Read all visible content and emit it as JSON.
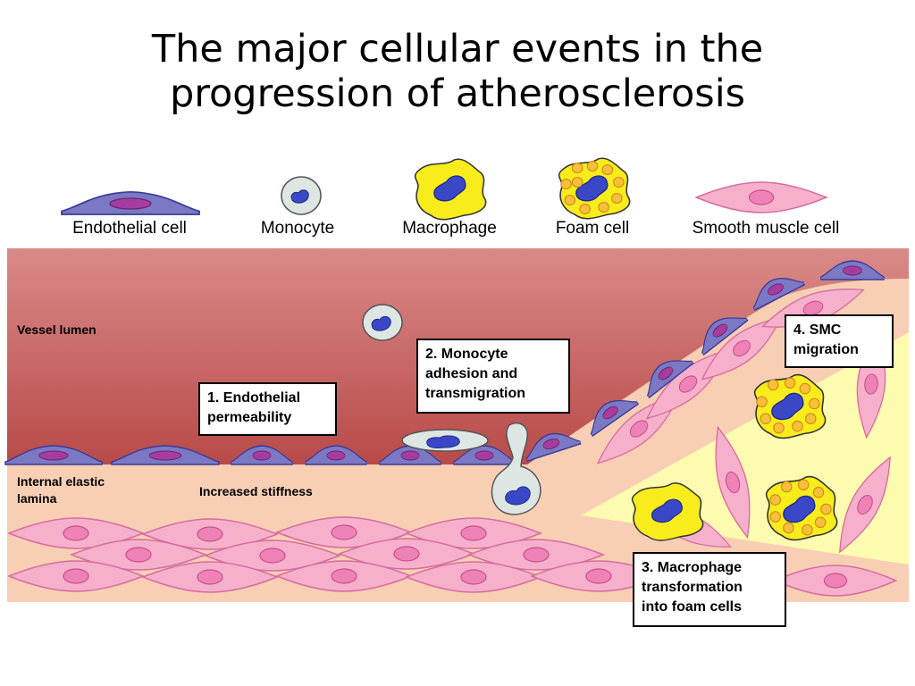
{
  "title_lines": [
    "The major cellular events in the",
    "progression of atherosclerosis"
  ],
  "legend": {
    "endothelial": "Endothelial cell",
    "monocyte": "Monocyte",
    "macrophage": "Macrophage",
    "foam": "Foam cell",
    "smc": "Smooth muscle cell"
  },
  "regions": {
    "lumen": "Vessel lumen",
    "iel_line1": "Internal elastic",
    "iel_line2": "lamina",
    "stiffness": "Increased stiffness"
  },
  "steps": {
    "s1_line1": "1. Endothelial",
    "s1_line2": "permeability",
    "s2_line1": "2. Monocyte",
    "s2_line2": "adhesion and",
    "s2_line3": "transmigration",
    "s3_line1": "3. Macrophage",
    "s3_line2": "transformation",
    "s3_line3": "into foam cells",
    "s4_line1": "4. SMC",
    "s4_line2": "migration"
  },
  "colors": {
    "lumen_top": "#d98a88",
    "lumen_bottom": "#b84a48",
    "tissue": "#f8cfb4",
    "plaque": "#fdfbb0",
    "endothelial_fill": "#7b78c4",
    "endothelial_nucleus": "#a63d9e",
    "smc_fill": "#f6b0cc",
    "smc_nucleus": "#ee82b6",
    "monocyte_fill": "#dde6e3",
    "nucleus_blue": "#3a48c8",
    "macrophage_fill": "#f8ec1c",
    "lipid_droplet": "#f7bf3a"
  }
}
